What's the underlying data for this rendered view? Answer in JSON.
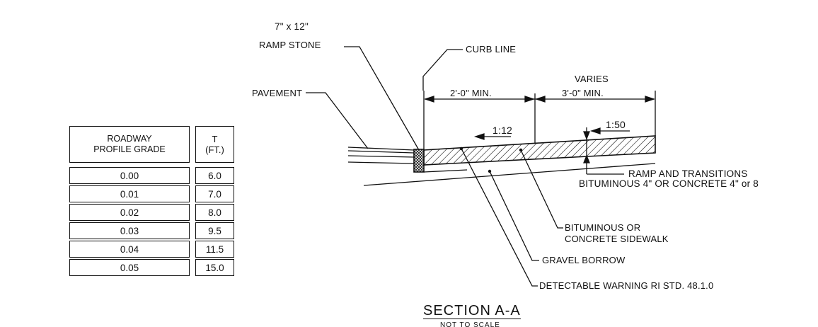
{
  "labels": {
    "top_cut": "",
    "stone_size": "7\" x 12\"",
    "ramp_stone": "RAMP STONE",
    "curb_line": "CURB LINE",
    "pavement": "PAVEMENT",
    "varies": "VARIES",
    "dim_left": "2'-0\" MIN.",
    "dim_right": "3'-0\" MIN.",
    "slope_1": "1:12",
    "slope_2": "1:50",
    "ramp_transitions": "RAMP AND TRANSITIONS",
    "ramp_material": "BITUMINOUS 4\" OR  CONCRETE 4\" or 8",
    "sidewalk": "BITUMINOUS OR\nCONCRETE SIDEWALK",
    "gravel": "GRAVEL BORROW",
    "warning": "DETECTABLE WARNING   RI STD. 48.1.0",
    "section_title": "SECTION  A-A",
    "scale_note": "NOT TO SCALE"
  },
  "table": {
    "header_grade": "ROADWAY\nPROFILE GRADE",
    "header_t": "T\n(FT.)",
    "rows": [
      {
        "grade": "0.00",
        "t": "6.0"
      },
      {
        "grade": "0.01",
        "t": "7.0"
      },
      {
        "grade": "0.02",
        "t": "8.0"
      },
      {
        "grade": "0.03",
        "t": "9.5"
      },
      {
        "grade": "0.04",
        "t": "11.5"
      },
      {
        "grade": "0.05",
        "t": "15.0"
      }
    ]
  }
}
